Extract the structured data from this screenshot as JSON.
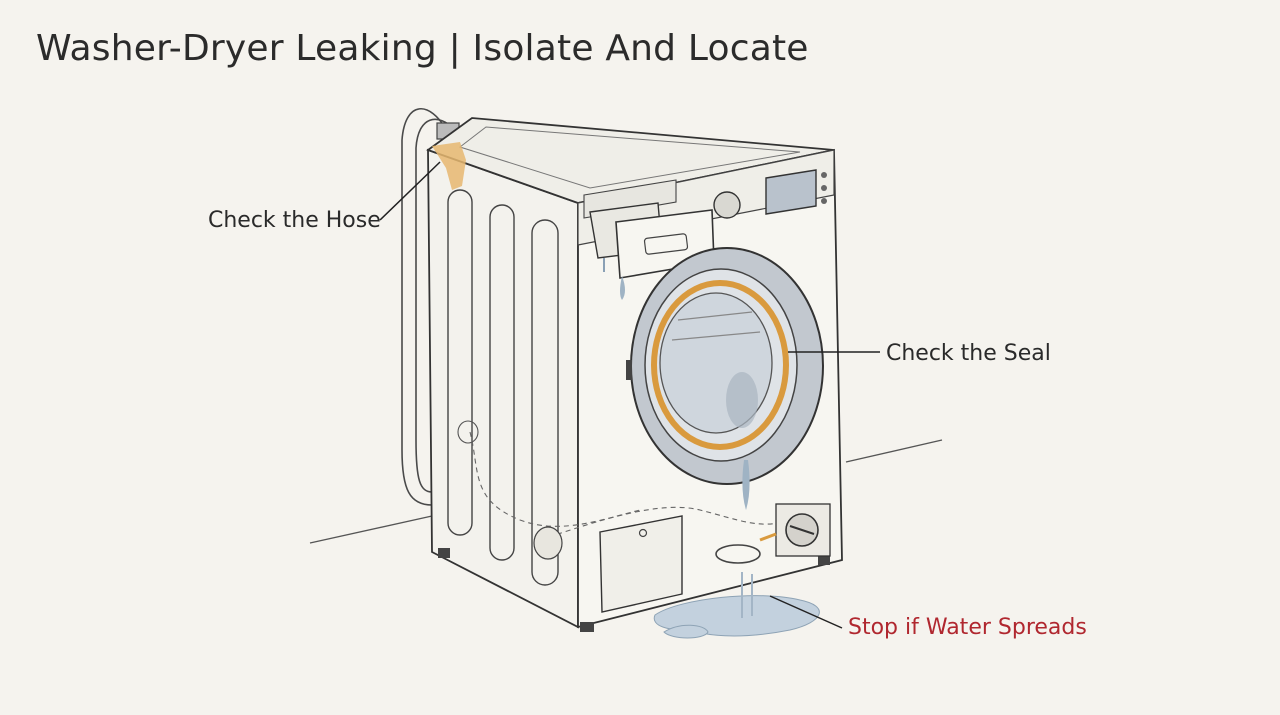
{
  "title": "Washer-Dryer Leaking | Isolate And Locate",
  "callouts": {
    "hose": "Check the Hose",
    "seal": "Check the Seal",
    "spread": "Stop if Water Spreads"
  },
  "colors": {
    "background": "#f5f3ee",
    "line": "#3a3a3a",
    "warning": "#b0272f",
    "seal": "#d99a3e",
    "water": "#b9c8d6"
  }
}
